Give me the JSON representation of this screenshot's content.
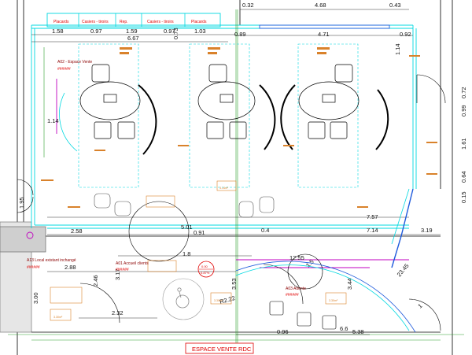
{
  "title": "ESPACE VENTE RDC",
  "rooms": {
    "a02": {
      "name": "A02 - Espace Vente",
      "code": "######"
    },
    "a13": {
      "name": "A13 Local existant inchangé",
      "code": "######"
    },
    "a01": {
      "name": "A01 Accueil clients",
      "code": "######"
    },
    "a03": {
      "name": "A03 Attente",
      "code": "######"
    }
  },
  "furniture_labels": {
    "top": [
      "Placards",
      "Casiers - tiroirs",
      "Rep.",
      "Casiers - tiroirs",
      "Placards"
    ]
  },
  "dimensions": {
    "top": [
      "0.32",
      "4.68",
      "0.43"
    ],
    "row2": [
      "1.58",
      "0.97",
      "1.59",
      "0.97",
      "1.03",
      "0.89",
      "4.71",
      "0.92"
    ],
    "d_667": "6.67",
    "d_073": "0.73",
    "d_114a": "1.14",
    "d_114b": "1.14",
    "d_195": "1.95",
    "d_757": "7.57",
    "d_501": "5.01",
    "d_258": "2.58",
    "d_091": "0.91",
    "d_04": "0.4",
    "d_714": "7.14",
    "d_319": "3.19",
    "d_18": "1.8",
    "d_288": "2.88",
    "d_246": "2.46",
    "d_317": "3.17",
    "d_353": "3.53",
    "d_1255": "12.55",
    "d_15": "1.5",
    "d_344": "3.44",
    "d_2345": "23.45",
    "d_300": "3.00",
    "d_232": "2.32",
    "d_r222": "R2.22",
    "d_096": "0.96",
    "d_66": "6.6",
    "d_538": "5.38",
    "d_1": "1",
    "right": [
      "0.72",
      "0.99",
      "1.61",
      "0.64",
      "0.15"
    ]
  },
  "level_marker": {
    "line1": "0.00",
    "line2": "0.87%"
  },
  "surface_boxes": [
    "3.14m²",
    "3.30m²",
    "3.30m²",
    "3.30m²"
  ],
  "colors": {
    "wall": "#000000",
    "cyan": "#00d8e0",
    "green": "#2aa02a",
    "red": "#e00000",
    "magenta": "#c000c0",
    "orange": "#d9822b",
    "blue": "#1e5adc"
  }
}
